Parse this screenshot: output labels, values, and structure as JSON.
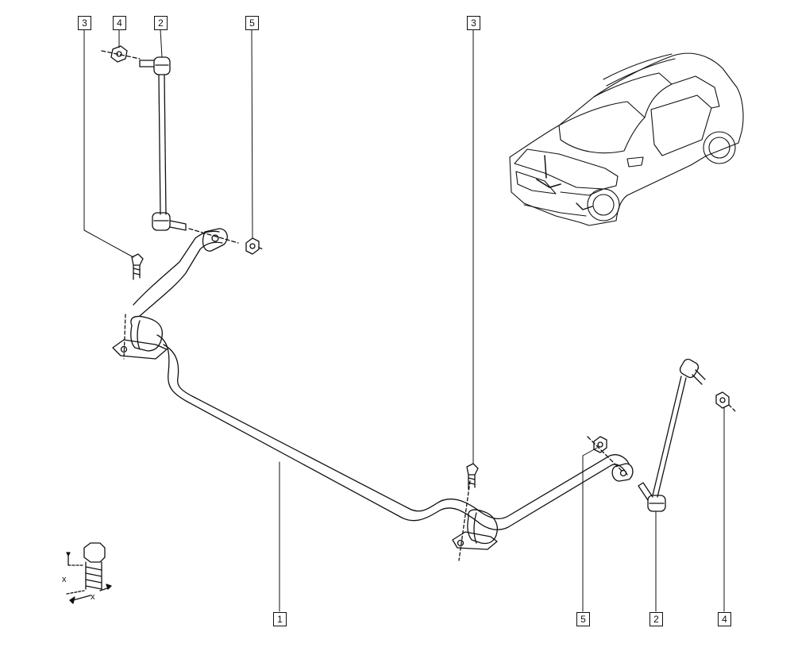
{
  "callouts": [
    {
      "id": "top-left-3",
      "label": "3"
    },
    {
      "id": "top-left-4",
      "label": "4"
    },
    {
      "id": "top-left-2",
      "label": "2"
    },
    {
      "id": "top-left-5",
      "label": "5"
    },
    {
      "id": "top-right-3",
      "label": "3"
    },
    {
      "id": "bottom-1",
      "label": "1"
    },
    {
      "id": "bottom-5",
      "label": "5"
    },
    {
      "id": "bottom-2",
      "label": "2"
    },
    {
      "id": "bottom-4",
      "label": "4"
    }
  ],
  "bolt_legend": {
    "dimension_label_1": "x",
    "dimension_label_2": "x"
  }
}
